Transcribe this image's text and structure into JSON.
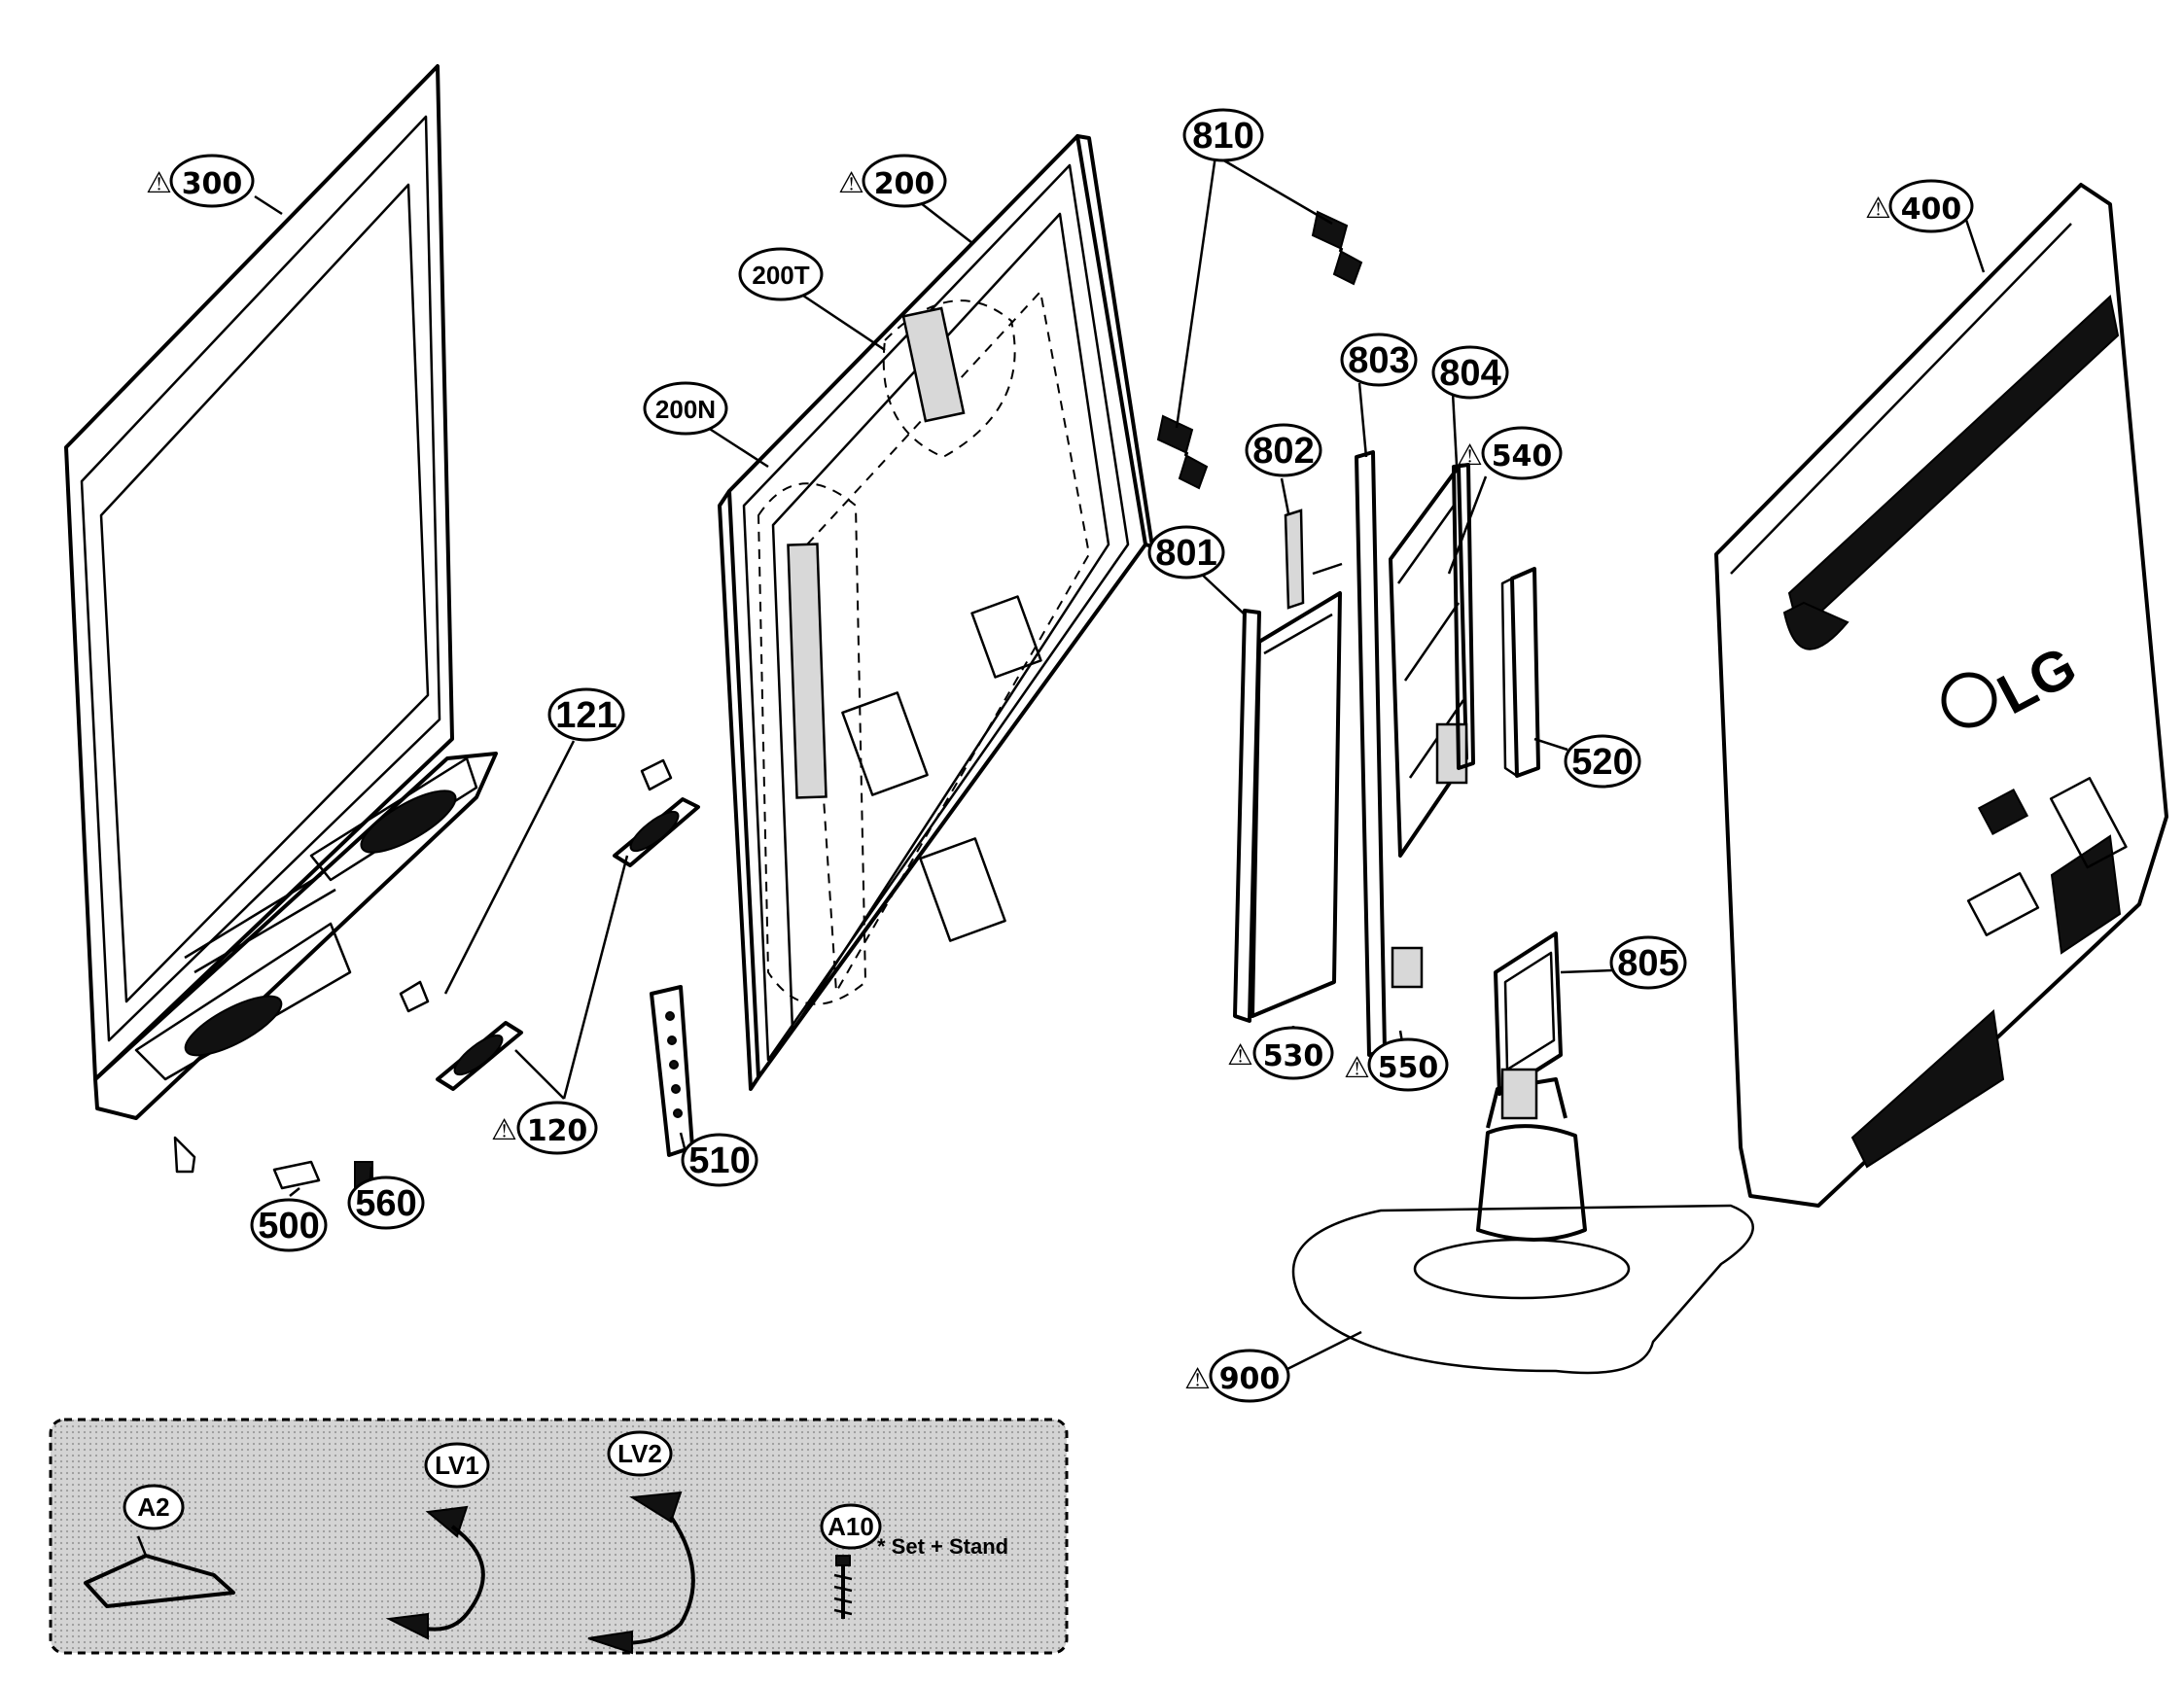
{
  "diagram": {
    "callouts": {
      "c300": "300",
      "c200": "200",
      "c200T": "200T",
      "c200N": "200N",
      "c810": "810",
      "c400": "400",
      "c803": "803",
      "c804": "804",
      "c802": "802",
      "c540": "540",
      "c801": "801",
      "c121": "121",
      "c520": "520",
      "c805": "805",
      "c530": "530",
      "c550": "550",
      "c120": "120",
      "c510": "510",
      "c500": "500",
      "c560": "560",
      "c900": "900"
    },
    "warning_symbol": "⚠",
    "logo": "LG",
    "accessories": {
      "a2": "A2",
      "lv1": "LV1",
      "lv2": "LV2",
      "a10": "A10",
      "a10_note": "* Set + Stand"
    },
    "colors": {
      "line": "#000000",
      "accessory_box_fill": "#cfcfcf",
      "dark_panel": "#111111"
    }
  }
}
